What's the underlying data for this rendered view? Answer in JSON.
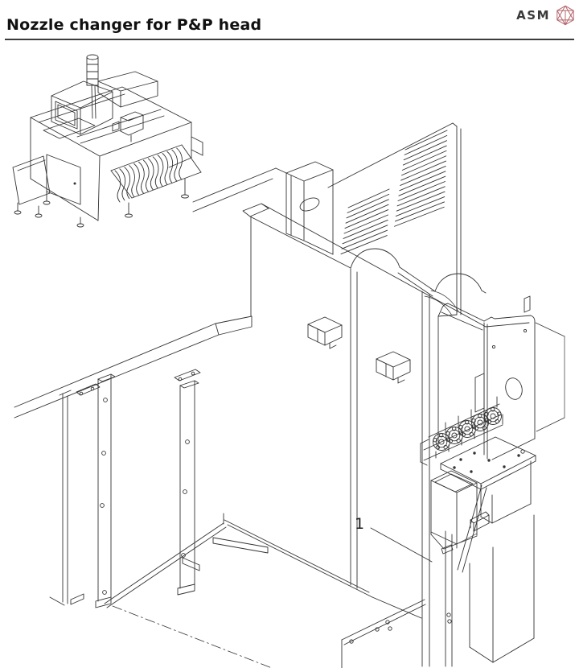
{
  "header": {
    "title": "Nozzle changer for P&P head",
    "brand": "ASM"
  },
  "figure": {
    "callout": "1"
  },
  "colors": {
    "line": "#333333",
    "accent": "#b4646b",
    "title": "#111111",
    "background": "#ffffff"
  }
}
